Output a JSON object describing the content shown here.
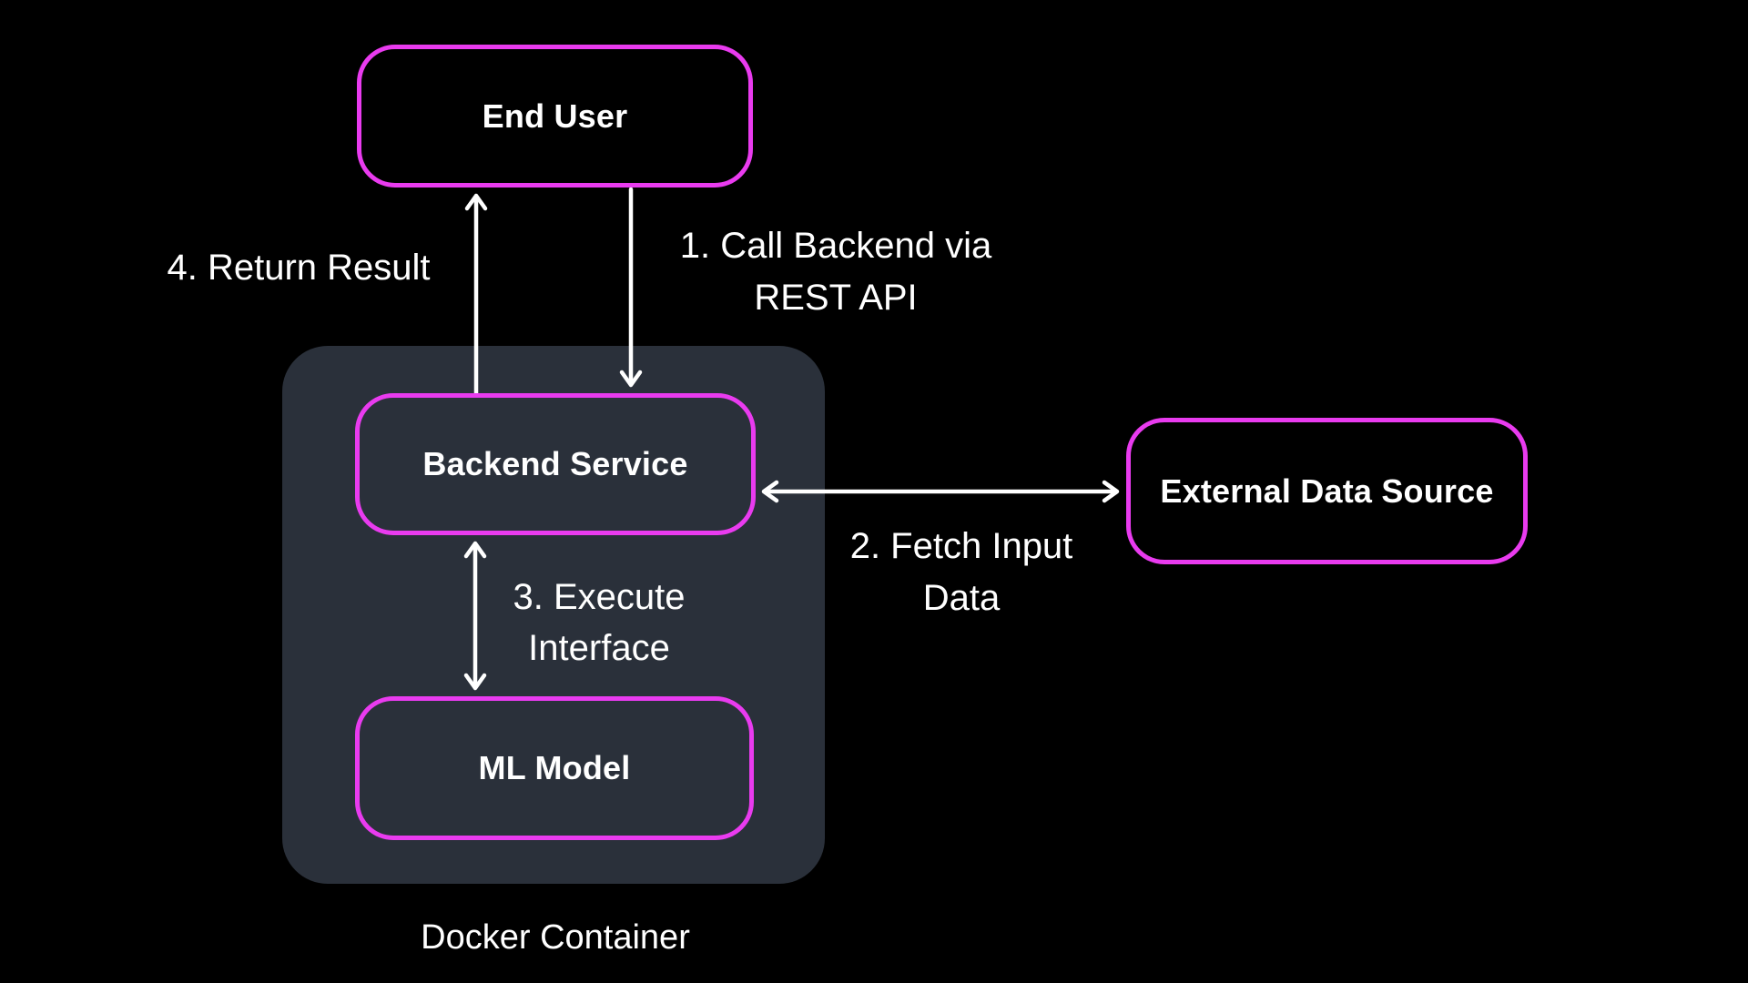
{
  "diagram": {
    "nodes": {
      "end_user": {
        "label": "End User"
      },
      "backend_service": {
        "label": "Backend Service"
      },
      "ml_model": {
        "label": "ML Model"
      },
      "external_data_source": {
        "label": "External Data Source"
      }
    },
    "container": {
      "label": "Docker Container"
    },
    "edges": {
      "call_backend": {
        "line1": "1. Call Backend via",
        "line2": "REST API"
      },
      "fetch_input": {
        "line1": "2. Fetch Input",
        "line2": "Data"
      },
      "execute_interface": {
        "line1": "3. Execute",
        "line2": "Interface"
      },
      "return_result": {
        "label": "4. Return Result"
      }
    },
    "colors": {
      "accent": "#E93BEF",
      "container_bg": "#2A303A",
      "node_bg": "#000000",
      "text": "#FFFFFF",
      "arrow": "#FFFFFF",
      "background": "#000000"
    }
  }
}
